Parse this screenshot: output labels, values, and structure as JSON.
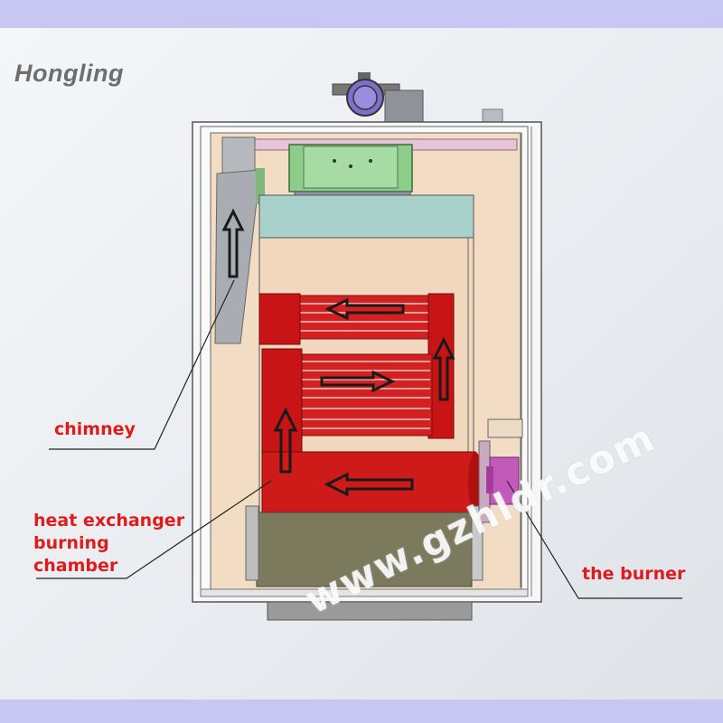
{
  "brand": {
    "logo_text": "Hongling"
  },
  "labels": {
    "chimney": "chimney",
    "heat_exchanger_line1": "heat exchanger",
    "heat_exchanger_line2": "burning",
    "heat_exchanger_line3": "chamber",
    "burner": "the burner"
  },
  "watermark": {
    "text": "www.gzhldr.com"
  },
  "colors": {
    "background_band": "#c6c7f2",
    "cabinet_interior": "#f2dcc4",
    "heat_exchanger": "#c81414",
    "burning_chamber_base": "#7b7a5c",
    "fan_housing": "#8ccd8a",
    "burner": "#c35ab9",
    "label_red": "#e01b1b"
  },
  "icons": [
    "flow-arrow-up-icon",
    "flow-arrow-left-icon",
    "flow-arrow-right-icon"
  ]
}
